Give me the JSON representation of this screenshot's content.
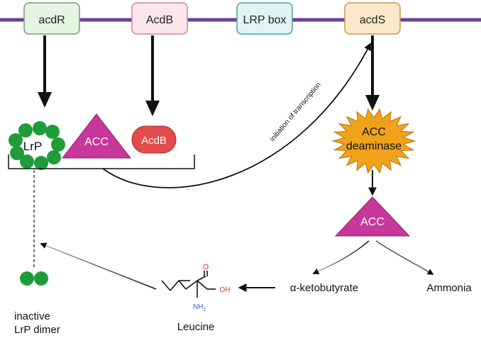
{
  "genes": {
    "acdr": "acdR",
    "acdb": "AcdB",
    "lrp_box": "LRP box",
    "acds": "acdS"
  },
  "complex": {
    "lrp": "LrP",
    "acc": "ACC",
    "acdb": "AcdB"
  },
  "transcription_label": "initiation of transcription",
  "enzyme": {
    "line1": "ACC",
    "line2": "deaminase"
  },
  "substrate": "ACC",
  "products": {
    "ketobutyrate": "α-ketobutyrate",
    "ammonia": "Ammonia"
  },
  "leucine": {
    "name": "Leucine",
    "oxygen": "O",
    "hydroxyl": "OH",
    "amine": "NH",
    "amine_subscript": "2"
  },
  "inactive": {
    "line1": "inactive",
    "line2": "LrP dimer"
  },
  "colors": {
    "dna_line": "#6f3f9e",
    "acdr_fill": "#e6f4e4",
    "acdr_stroke": "#6aa86a",
    "acdb_fill": "#fbe6ec",
    "acdb_stroke": "#cc8899",
    "lrp_fill": "#e3f3f3",
    "lrp_stroke": "#4aa0a5",
    "acds_fill": "#fbe9cc",
    "acds_stroke": "#c79a4d",
    "lrp_circle": "#1f9c3a",
    "acc_triangle": "#c8379a",
    "acdb_pill": "#e24c4c",
    "star": "#f0a21a",
    "amine_text": "#2a6ccf",
    "oxygen_text": "#d63b2b"
  }
}
